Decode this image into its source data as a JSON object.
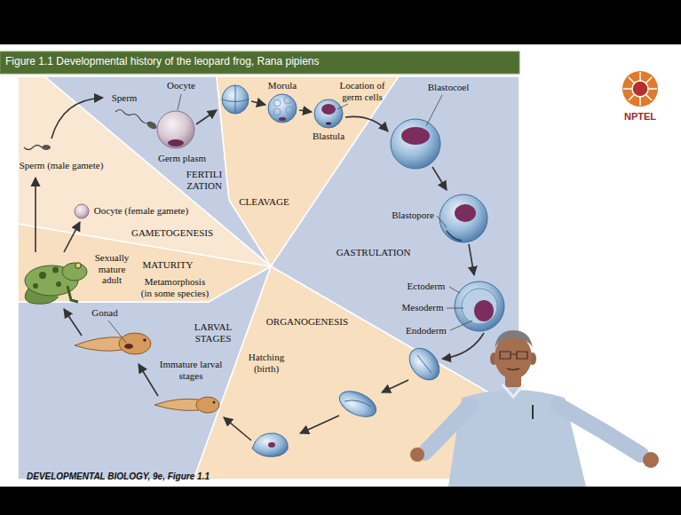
{
  "diagram": {
    "title": "Figure 1.1 Developmental history of the leopard frog, Rana pipiens",
    "caption": "DEVELOPMENTAL BIOLOGY, 9e, Figure 1.1",
    "nodes": [
      {
        "text": [
          "FERTILIZATION"
        ]
      },
      {
        "text": [
          "CLEAVAGE"
        ]
      },
      {
        "text": [
          "GASTRULATION"
        ]
      },
      {
        "text": [
          "ORGANOGENESIS"
        ]
      },
      {
        "text": [
          "LARVAL STAGES"
        ]
      },
      {
        "text": [
          "MATURITY"
        ]
      },
      {
        "text": [
          "GAMETOGENESIS"
        ]
      }
    ],
    "labels": [
      "NPTEL",
      "Sperm",
      "Oocyte",
      "Germ plasm",
      "Morula",
      "Location of germ cells",
      "Blastula",
      "Blastocoel",
      "Blastopore",
      "Ectoderm",
      "Mesoderm",
      "Endoderm",
      "Sperm (male gamete)",
      "Oocyte (female gamete)",
      "Sexually mature adult",
      "Metamorphosis (in some species)",
      "Gonad",
      "Immature larval stages",
      "Hatching (birth)"
    ]
  }
}
